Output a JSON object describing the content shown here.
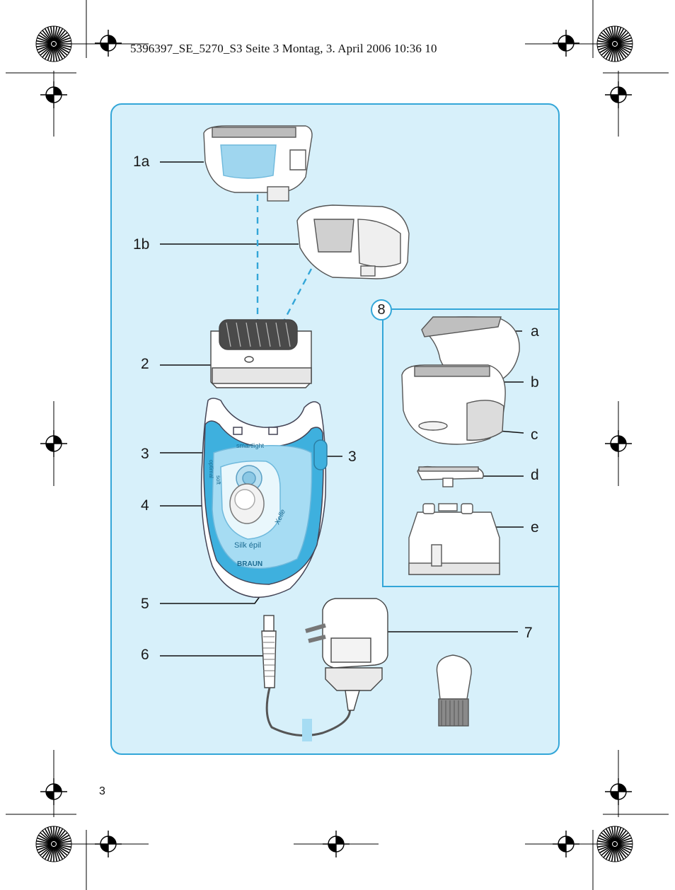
{
  "print_header": "5396397_SE_5270_S3  Seite 3  Montag, 3. April 2006  10:36 10",
  "page_number": "3",
  "labels": {
    "l1a": "1a",
    "l1b": "1b",
    "l2": "2",
    "l3_left": "3",
    "l3_right": "3",
    "l4": "4",
    "l5": "5",
    "l6": "6",
    "l7": "7",
    "l8": "8",
    "la": "a",
    "lb": "b",
    "lc": "c",
    "ld": "d",
    "le": "e"
  },
  "device_text": {
    "smartlight": "smartlight",
    "optimal": "optimal",
    "soft": "soft",
    "xelle": "Xelle",
    "product": "Silk épil",
    "brand": "BRAUN"
  },
  "colors": {
    "panel_fill": "#d7f0fa",
    "panel_border": "#33a6d8",
    "device_blue": "#3eb0de",
    "device_light_blue": "#a6dcf3"
  }
}
